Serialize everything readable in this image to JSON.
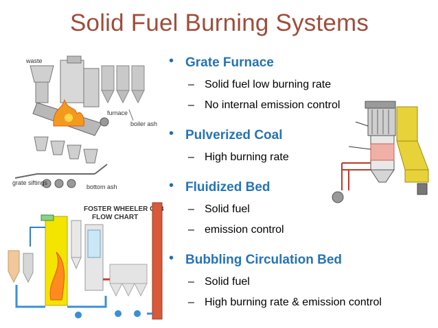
{
  "slide": {
    "title": "Solid Fuel Burning Systems",
    "bullets": [
      {
        "label": "Grate Furnace",
        "subs": [
          "Solid fuel low burning rate",
          "No internal emission control"
        ]
      },
      {
        "label": "Pulverized Coal",
        "subs": [
          "High burning rate"
        ]
      },
      {
        "label": "Fluidized Bed",
        "subs": [
          "Solid fuel",
          "emission control"
        ]
      },
      {
        "label": "Bubbling Circulation Bed",
        "subs": [
          "Solid fuel",
          "High burning rate & emission control"
        ]
      }
    ],
    "bullet_glyph": "•",
    "dash_glyph": "–"
  },
  "grate_diagram": {
    "labels": {
      "waste": "waste",
      "furnace": "furnace",
      "boiler_ash": "boiler ash",
      "grate_siftings": "grate siftings",
      "bottom_ash": "bottom ash"
    }
  },
  "cfb_diagram": {
    "title_line1": "FOSTER WHEELER CFB",
    "title_line2": "FLOW CHART"
  },
  "colors": {
    "title": "#a04d3a",
    "bullet_heading": "#2573b8",
    "flame": "#f39a1e",
    "cfb_yellow": "#f3e500",
    "pc_yellow": "#e8d23a"
  }
}
